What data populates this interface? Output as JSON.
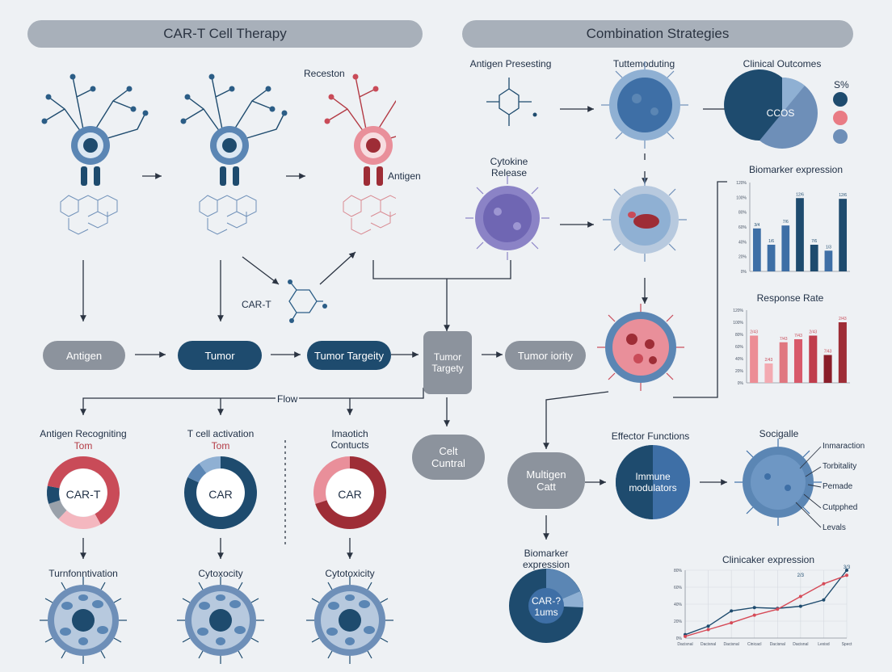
{
  "sections": {
    "left_title": "CAR-T Cell Therapy",
    "right_title": "Combination Strategies"
  },
  "left_top": {
    "receptor_label": "Receston",
    "antigen_label": "Antigen",
    "cart_label": "CAR-T"
  },
  "flow_row": {
    "antigen": "Antigen",
    "tumor": "Tumor",
    "tumor_targeting": "Tumor Targeity",
    "tumor_targety_box": "Tumor\nTargety",
    "tumor_iority": "Tumor iority",
    "flow_label": "Flow",
    "cell_control": "Celt\nCuntral"
  },
  "donuts": [
    {
      "title": "Antigen Recogniting",
      "subtitle": "Tom",
      "center": "CAR-T",
      "bottom": "Turnfonntivation",
      "slices": [
        0.42,
        0.2,
        0.08,
        0.08,
        0.22
      ],
      "colors": [
        "#c94b58",
        "#f4b7bf",
        "#9aa1aa",
        "#1e4b6e",
        "#c94b58"
      ]
    },
    {
      "title": "T cell activation",
      "subtitle": "Tom",
      "center": "CAR",
      "bottom": "Cytoxocity",
      "slices": [
        0.82,
        0.08,
        0.1
      ],
      "colors": [
        "#1e4b6e",
        "#5b86b4",
        "#8fb0d3"
      ]
    },
    {
      "title": "Imaotich\nContucts",
      "subtitle": "",
      "center": "CAR",
      "bottom": "Cytotoxicity",
      "slices": [
        0.7,
        0.3
      ],
      "colors": [
        "#9e2d36",
        "#e98f9a"
      ]
    }
  ],
  "right_top": {
    "antigen_presenting": "Antigen Presesting",
    "tumor_modulating": "Tuttemoduting",
    "clinical_outcomes": "Clinical Outcomes",
    "pie_center": "CCOS",
    "legend_pct": "S%",
    "cytokine": "Cytokine\nRelease"
  },
  "legend_colors": [
    "#1e4b6e",
    "#e97b84",
    "#6e8fb8"
  ],
  "right_bottom": {
    "multigen": "Multigen\nCatt",
    "effector": "Effector Functions",
    "immune": "Immune\nmodulators",
    "socigalle": "Socigalle",
    "callouts": [
      "Inmaraction",
      "Torbitality",
      "Pemade",
      "Cutpphed",
      "Levals"
    ],
    "biomarker2": "Biomarker\nexpression",
    "donut_center": "CAR-?\n1ums"
  },
  "chart_data": [
    {
      "type": "bar",
      "title": "Biomarker expression",
      "categories": [
        "",
        "",
        "",
        "",
        "",
        "",
        "",
        ""
      ],
      "values": [
        58,
        36,
        62,
        99,
        36,
        28,
        98
      ],
      "data_labels": [
        "3/4",
        "1/6",
        "7/6",
        "12/6",
        "7/6",
        "1/3",
        "12/6"
      ],
      "colors": [
        "#3e6fa6",
        "#3e6fa6",
        "#3e6fa6",
        "#1e4b6e",
        "#1e4b6e",
        "#3e6fa6",
        "#1e4b6e"
      ],
      "ylim": [
        0,
        120
      ],
      "yticks": [
        "0%",
        "20%",
        "40%",
        "60%",
        "80%",
        "100%",
        "120%"
      ]
    },
    {
      "type": "bar",
      "title": "Response Rate",
      "categories": [
        "",
        "",
        "",
        "",
        "",
        "",
        ""
      ],
      "values": [
        78,
        32,
        67,
        72,
        78,
        46,
        100
      ],
      "data_labels": [
        "2/43",
        "2/43",
        "7/43",
        "7/43",
        "2/43",
        "7/43",
        "2/43"
      ],
      "colors": [
        "#ec8d95",
        "#f3aab1",
        "#e07780",
        "#d8596a",
        "#c03d4c",
        "#8a1e2a",
        "#9e2d36"
      ],
      "ylim": [
        0,
        120
      ],
      "yticks": [
        "0%",
        "20%",
        "40%",
        "60%",
        "80%",
        "100%",
        "120%"
      ]
    },
    {
      "type": "line",
      "title": "Clinicaker expression",
      "x": [
        "Dacisnal",
        "Dacisnal",
        "Dacisnal",
        "Cinicacl",
        "Dacisnal",
        "Dacisnal",
        "Lexisd",
        "Spect"
      ],
      "series": [
        {
          "name": "",
          "color": "#1e4b6e",
          "values": [
            8,
            28,
            64,
            72,
            70,
            75,
            90,
            160
          ]
        },
        {
          "name": "",
          "color": "#d64b58",
          "values": [
            4,
            20,
            36,
            54,
            68,
            98,
            128,
            148
          ]
        }
      ],
      "point_labels": [
        "2/3",
        "3/3"
      ],
      "ylim": [
        0,
        160
      ],
      "yticks": [
        "0%",
        "20%",
        "40%",
        "60%",
        "80%"
      ]
    }
  ]
}
